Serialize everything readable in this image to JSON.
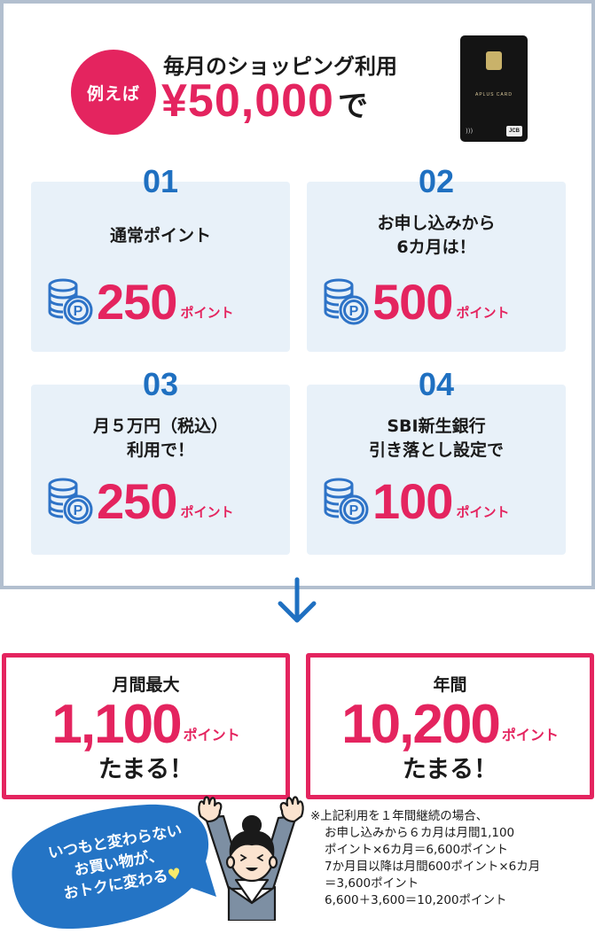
{
  "header": {
    "badge": "例えば",
    "subtitle": "毎月のショッピング利用",
    "amount": "¥50,000",
    "amount_suffix": "で",
    "card": {
      "brand_text": "APLUS CARD",
      "network": "JCB",
      "colors": {
        "body": "#141414",
        "chip": "#c9b26a"
      }
    }
  },
  "tiles": [
    {
      "number": "01",
      "title_lines": [
        "通常ポイント"
      ],
      "points": "250",
      "unit": "ポイント"
    },
    {
      "number": "02",
      "title_lines": [
        "お申し込みから",
        "6カ月は！"
      ],
      "points": "500",
      "unit": "ポイント"
    },
    {
      "number": "03",
      "title_lines": [
        "月５万円（税込）",
        "利用で！"
      ],
      "points": "250",
      "unit": "ポイント"
    },
    {
      "number": "04",
      "title_lines": [
        "SBI新生銀行",
        "引き落とし設定で"
      ],
      "points": "100",
      "unit": "ポイント"
    }
  ],
  "results": [
    {
      "label": "月間最大",
      "points": "1,100",
      "unit": "ポイント",
      "tail": "たまる！"
    },
    {
      "label": "年間",
      "points": "10,200",
      "unit": "ポイント",
      "tail": "たまる！"
    }
  ],
  "bubble": {
    "lines": [
      "いつもと変わらない",
      "お買い物が、",
      "おトクに変わる"
    ],
    "heart": "♥"
  },
  "note": {
    "lines": [
      "※上記利用を１年間継続の場合、",
      "お申し込みから６カ月は月間1,100",
      "ポイント×6カ月＝6,600ポイント",
      "7か月目以降は月間600ポイント×6カ月",
      "＝3,600ポイント",
      "6,600＋3,600＝10,200ポイント"
    ]
  },
  "colors": {
    "accent_pink": "#e4245f",
    "accent_blue": "#1f70c1",
    "tile_bg": "#e8f1f9",
    "frame_border": "#b2bfcf",
    "heart_yellow": "#f8ea6a"
  }
}
